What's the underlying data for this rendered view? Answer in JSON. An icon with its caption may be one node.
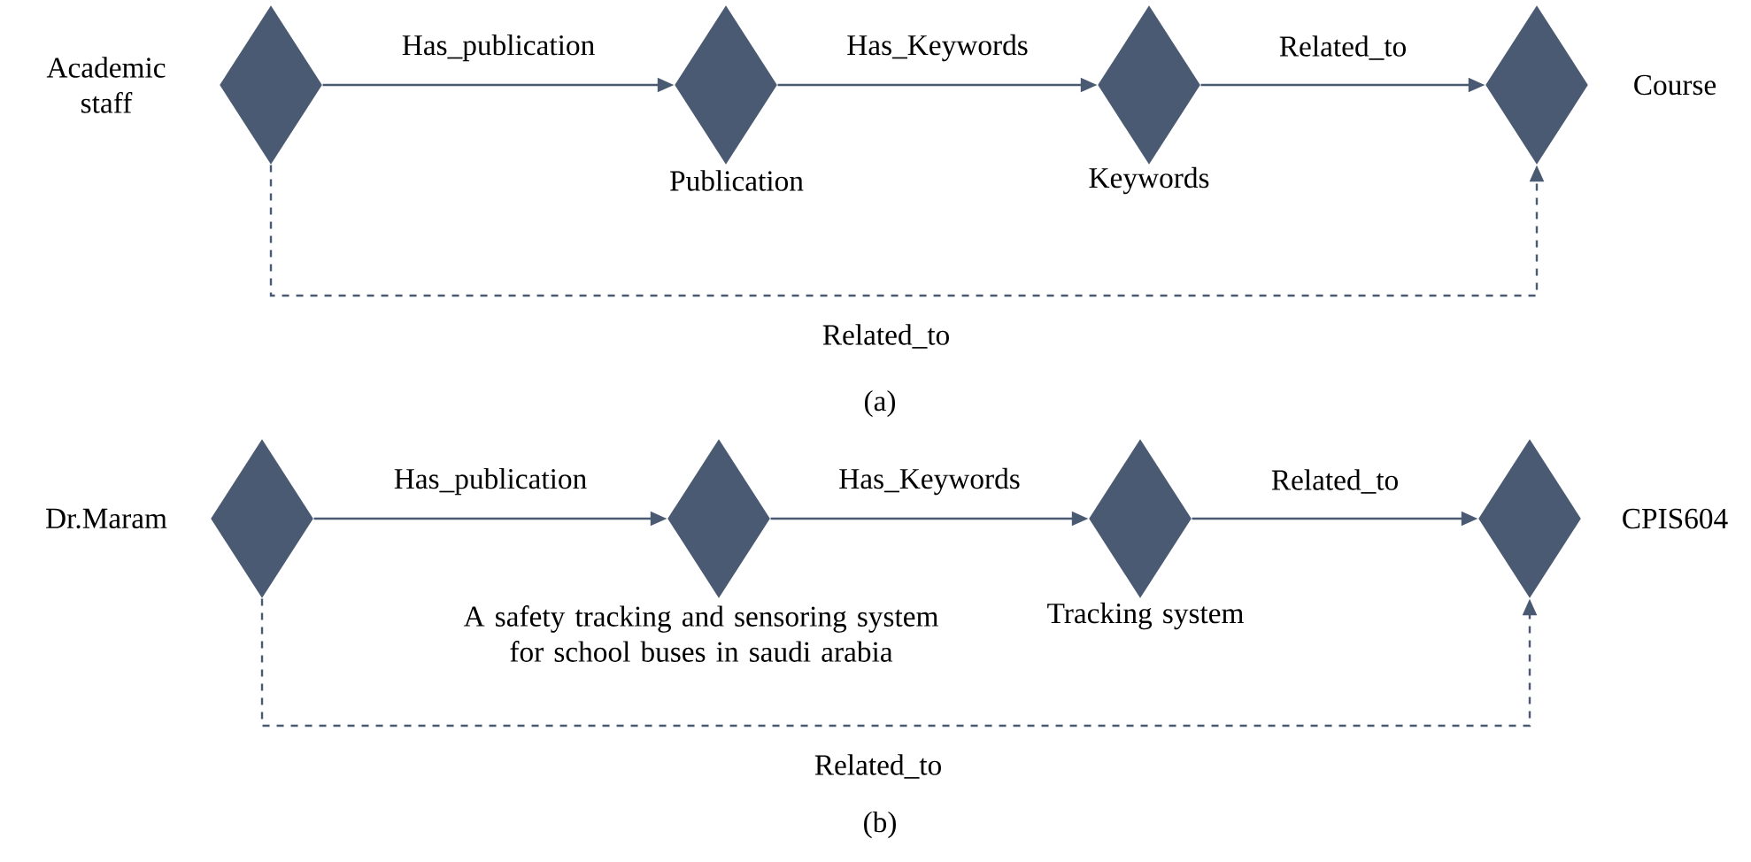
{
  "diagram": {
    "nodes": [
      {
        "text": [
          "Academic staff"
        ]
      },
      {
        "text": [
          "Publication"
        ]
      },
      {
        "text": [
          "Keywords"
        ]
      },
      {
        "text": [
          "Course"
        ]
      },
      {
        "text": [
          "Dr.Maram"
        ]
      },
      {
        "text": [
          "A safety tracking and sensoring system for school buses in saudi arabia"
        ]
      },
      {
        "text": [
          "Tracking system"
        ]
      },
      {
        "text": [
          "CPIS604"
        ]
      }
    ],
    "edges": [
      {
        "from": 0,
        "to": 1,
        "arrow": "to",
        "label": "Has_publication"
      },
      {
        "from": 1,
        "to": 2,
        "arrow": "to",
        "label": "Has_Keywords"
      },
      {
        "from": 2,
        "to": 3,
        "arrow": "to",
        "label": "Related_to"
      },
      {
        "from": 0,
        "to": 3,
        "arrow": "to",
        "label": "Related_to",
        "style": "dashed"
      },
      {
        "from": 4,
        "to": 5,
        "arrow": "to",
        "label": "Has_publication"
      },
      {
        "from": 5,
        "to": 6,
        "arrow": "to",
        "label": "Has_Keywords"
      },
      {
        "from": 6,
        "to": 7,
        "arrow": "to",
        "label": "Related_to"
      },
      {
        "from": 4,
        "to": 7,
        "arrow": "to",
        "label": "Related_to",
        "style": "dashed"
      }
    ],
    "labels": [
      "(a)",
      "(b)"
    ]
  }
}
